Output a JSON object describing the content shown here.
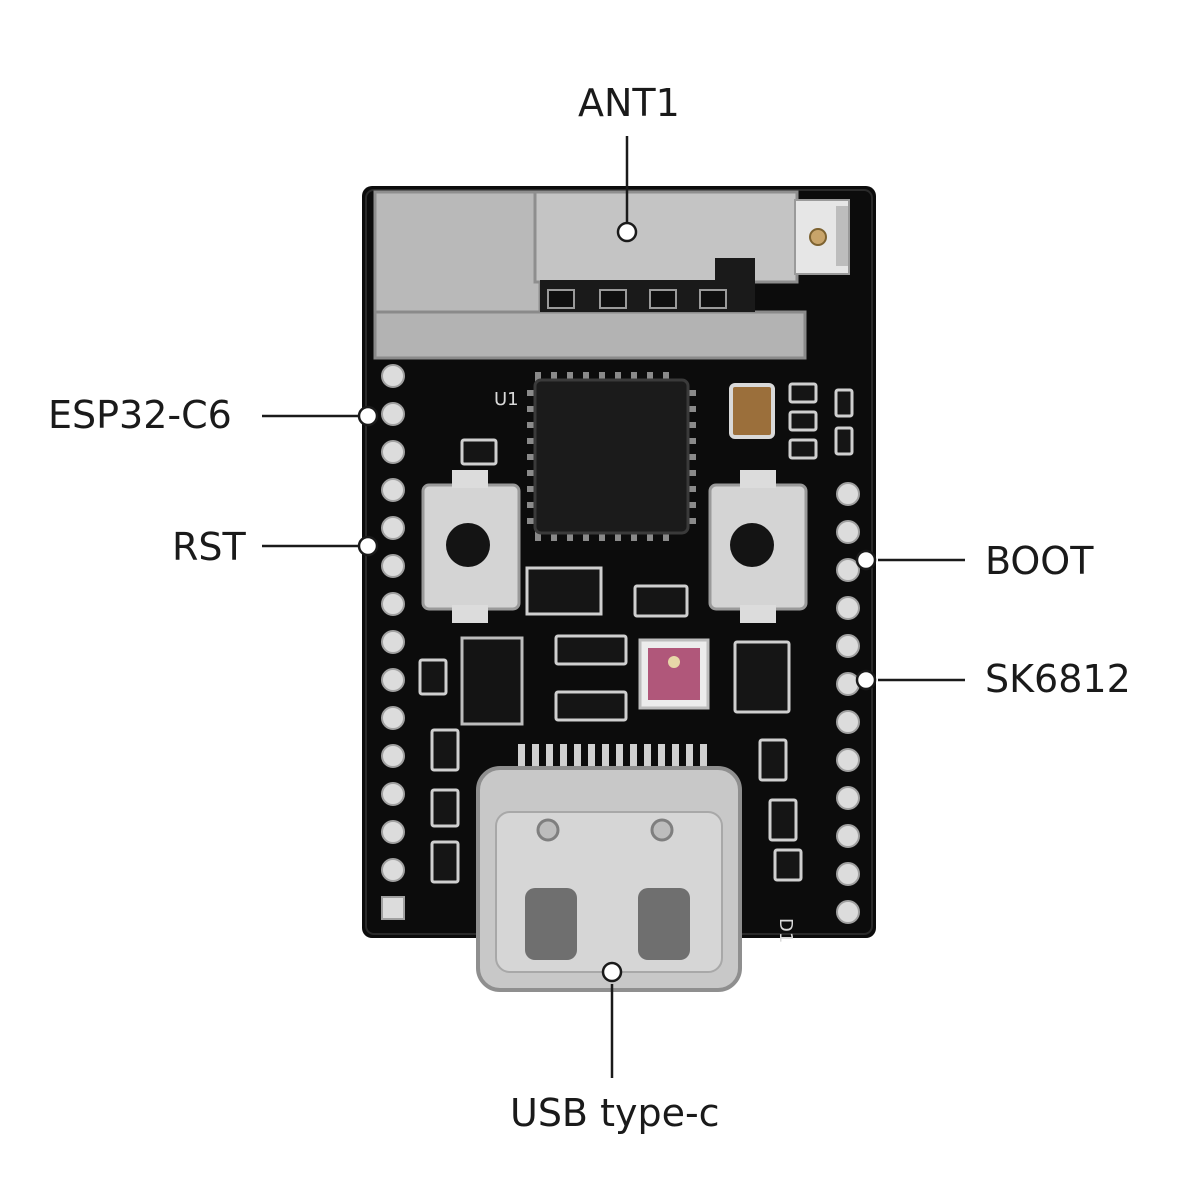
{
  "callouts": {
    "ant1": "ANT1",
    "esp32": "ESP32-C6",
    "rst": "RST",
    "boot": "BOOT",
    "sk6812": "SK6812",
    "usb": "USB type-c"
  },
  "silkscreen": {
    "u1": "U1",
    "d1": "D1"
  },
  "colors": {
    "pcb": "#0c0c0c",
    "pad": "#d9d9d9",
    "shield": "#bdbdbd",
    "chip": "#1b1b1b",
    "line": "#1a1a1a"
  }
}
